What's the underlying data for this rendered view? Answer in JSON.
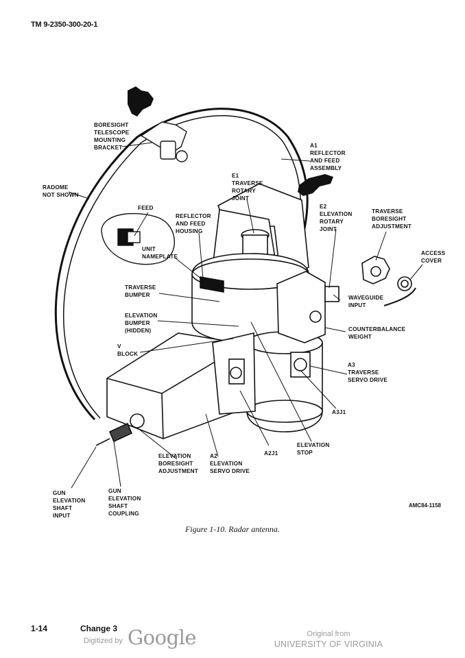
{
  "header": {
    "doc_id": "TM 9-2350-300-20-1"
  },
  "figure": {
    "labels": {
      "boresight_bracket": "BORESIGHT\nTELESCOPE\nMOUNTING\nBRACKET",
      "a1": "A1\nREFLECTOR\nAND FEED\nASSEMBLY",
      "radome": "RADOME\nNOT SHOWN",
      "e1": "E1\nTRAVERSE\nROTARY\nJOINT",
      "feed": "FEED",
      "reflector_housing": "REFLECTOR\nAND FEED\nHOUSING",
      "e2": "E2\nELEVATION\nROTARY\nJOINT",
      "traverse_boresight": "TRAVERSE\nBORESIGHT\nADJUSTMENT",
      "access_cover": "ACCESS\nCOVER",
      "unit": "UNIT\nNAMEPLATE",
      "traverse_bumper": "TRAVERSE\nBUMPER",
      "waveguide": "WAVEGUIDE\nINPUT",
      "elevation_bumper": "ELEVATION\nBUMPER\n(HIDDEN)",
      "counterbalance": "COUNTERBALANCE\nWEIGHT",
      "v_block": "V\nBLOCK",
      "a3": "A3\nTRAVERSE\nSERVO DRIVE",
      "a3j1": "A3J1",
      "elevation_stop": "ELEVATION\nSTOP",
      "a2j1": "A2J1",
      "elev_boresight": "ELEVATION\nBORESIGHT\nADJUSTMENT",
      "a2": "A2\nELEVATION\nSERVO DRIVE",
      "gun_input": "GUN\nELEVATION\nSHAFT\nINPUT",
      "gun_coupling": "GUN\nELEVATION\nSHAFT\nCOUPLING"
    },
    "code": "AMC84-1158",
    "caption": "Figure 1-10.  Radar antenna."
  },
  "footer": {
    "page": "1-14",
    "change": "Change 3",
    "digitized_by": "Digitized by",
    "google": "Google",
    "original_from": "Original from",
    "institution": "UNIVERSITY OF VIRGINIA"
  }
}
